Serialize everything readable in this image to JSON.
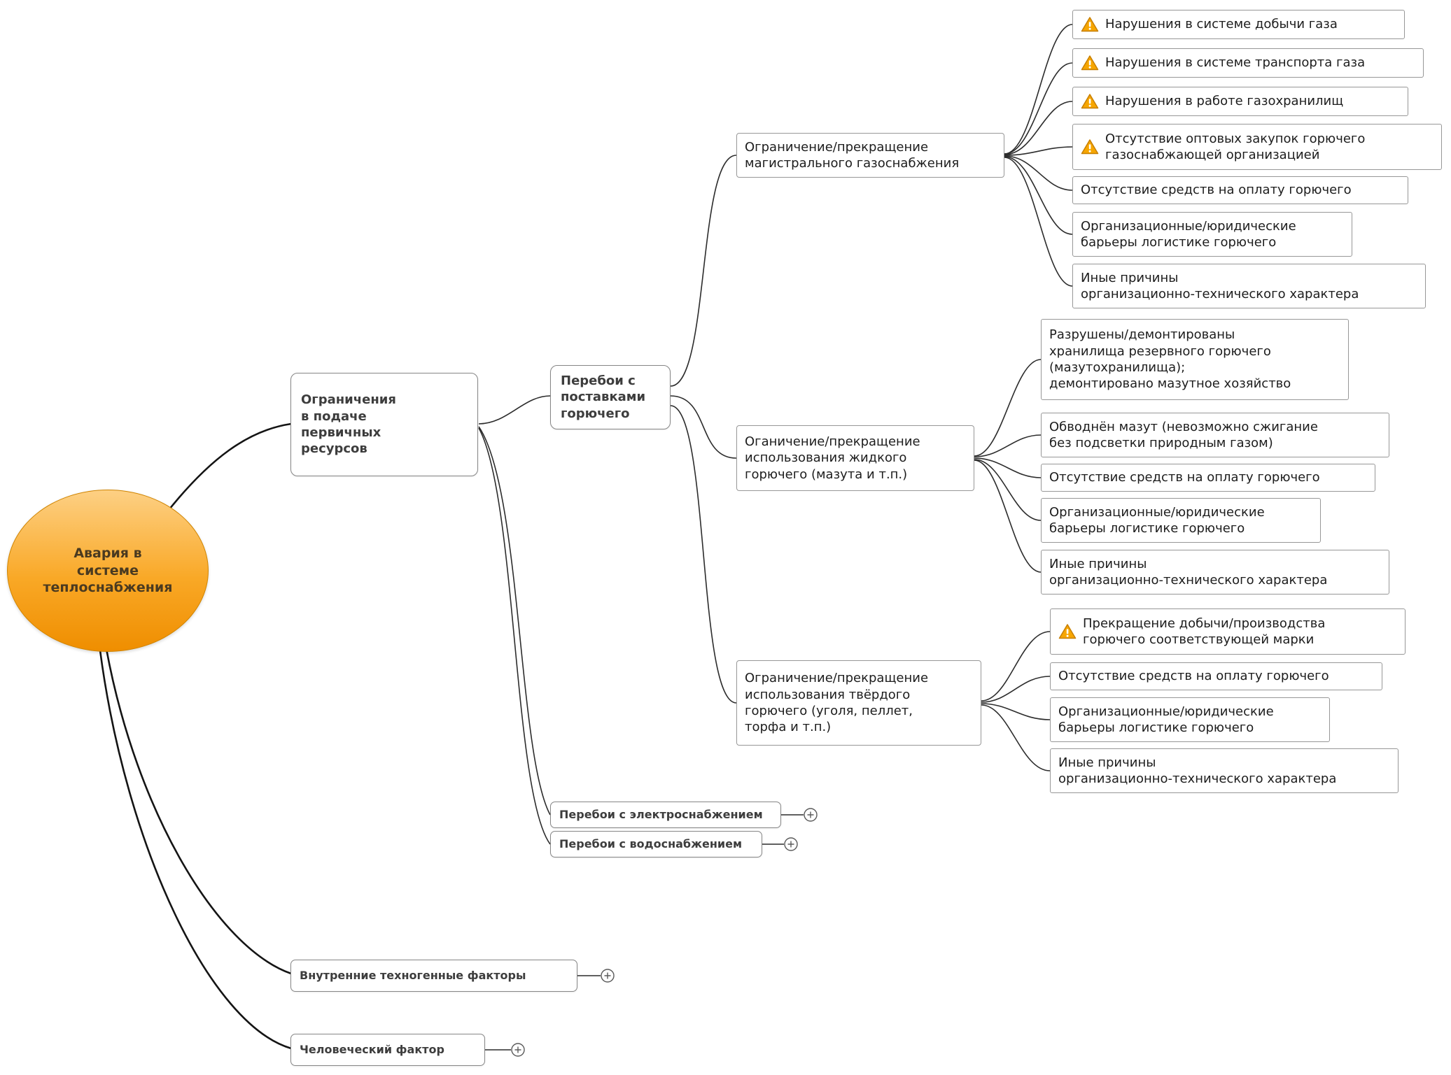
{
  "mindmap": {
    "root": {
      "label": "Авария в\nсистеме\nтеплоснабжения"
    },
    "primary": {
      "label": "Ограничения\nв подаче\nпервичных\nресурсов",
      "fuel": {
        "label": "Перебои с\nпоставками\nгорючего",
        "gas": {
          "label": "Ограничение/прекращение\nмагистрального газоснабжения",
          "items": [
            {
              "label": "Нарушения в системе добычи газа",
              "warning": true
            },
            {
              "label": "Нарушения в системе транспорта газа",
              "warning": true
            },
            {
              "label": "Нарушения в работе газохранилищ",
              "warning": true
            },
            {
              "label": "Отсутствие оптовых закупок горючего\nгазоснабжающей организацией",
              "warning": true
            },
            {
              "label": "Отсутствие средств на оплату горючего",
              "warning": false
            },
            {
              "label": "Организационные/юридические\nбарьеры логистике горючего",
              "warning": false
            },
            {
              "label": "Иные причины\nорганизационно-технического характера",
              "warning": false
            }
          ]
        },
        "liquid": {
          "label": "Оганичение/прекращение\nиспользования жидкого\nгорючего (мазута и т.п.)",
          "items": [
            {
              "label": "Разрушены/демонтированы\nхранилища резервного горючего\n(мазутохранилища);\nдемонтировано мазутное хозяйство",
              "warning": false
            },
            {
              "label": "Обводнён мазут (невозможно сжигание\nбез подсветки природным газом)",
              "warning": false
            },
            {
              "label": "Отсутствие средств на оплату горючего",
              "warning": false
            },
            {
              "label": "Организационные/юридические\nбарьеры логистике горючего",
              "warning": false
            },
            {
              "label": "Иные причины\nорганизационно-технического характера",
              "warning": false
            }
          ]
        },
        "solid": {
          "label": "Ограничение/прекращение\nиспользования твёрдого\nгорючего (уголя, пеллет,\nторфа и т.п.)",
          "items": [
            {
              "label": "Прекращение добычи/производства\nгорючего соответствующей марки",
              "warning": true
            },
            {
              "label": "Отсутствие средств на оплату горючего",
              "warning": false
            },
            {
              "label": "Организационные/юридические\nбарьеры логистике горючего",
              "warning": false
            },
            {
              "label": "Иные причины\nорганизационно-технического характера",
              "warning": false
            }
          ]
        }
      },
      "electricity": {
        "label": "Перебои с электроснабжением",
        "collapsed": true
      },
      "water": {
        "label": "Перебои с водоснабжением",
        "collapsed": true
      }
    },
    "technogenic": {
      "label": "Внутренние техногенные факторы",
      "collapsed": true
    },
    "human": {
      "label": "Человеческий фактор",
      "collapsed": true
    }
  },
  "colors": {
    "root_fill": "#F9A826",
    "warning": "#F7A600",
    "edge": "#1C1C1C"
  }
}
